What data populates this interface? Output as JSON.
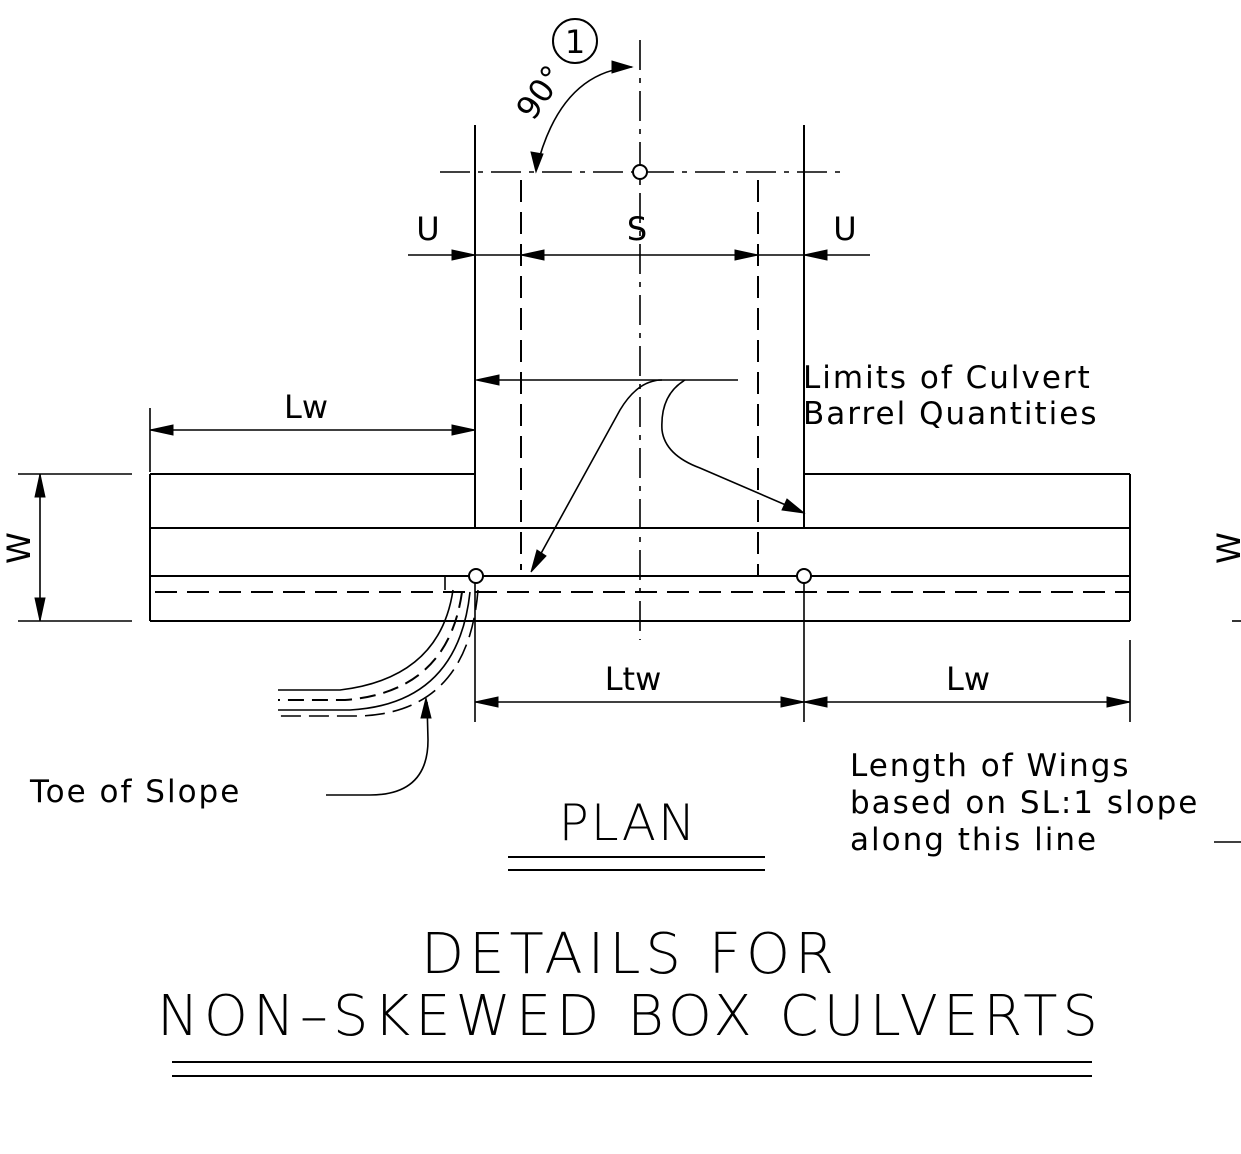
{
  "diagram": {
    "marker_number": "1",
    "angle_label": "90°",
    "labels": {
      "u_left": "U",
      "s": "S",
      "u_right": "U",
      "lw_left": "Lw",
      "w_left": "W",
      "w_right": "W",
      "ltw": "Ltw",
      "lw_right": "Lw"
    },
    "notes": {
      "limits_line1": "Limits of Culvert",
      "limits_line2": "Barrel Quantities",
      "toe": "Toe of Slope",
      "wings_line1": "Length of Wings",
      "wings_line2": "based on SL:1 slope",
      "wings_line3": "along this line"
    },
    "view_title": "PLAN",
    "title_line1": "DETAILS FOR",
    "title_line2": "NON–SKEWED BOX CULVERTS"
  }
}
